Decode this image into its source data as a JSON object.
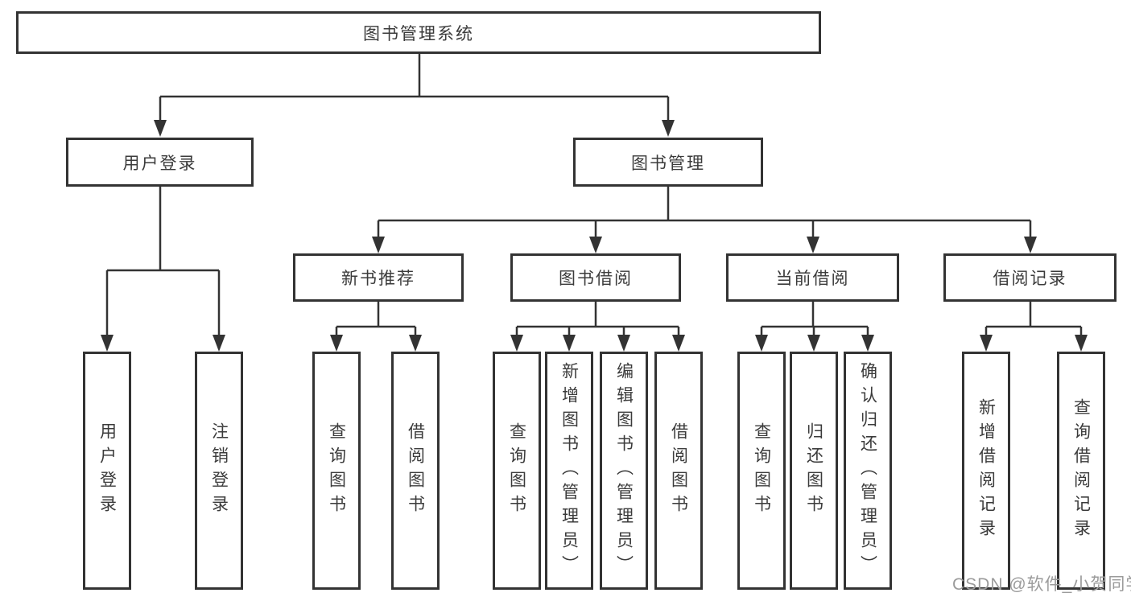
{
  "diagram": {
    "root": {
      "label": "图书管理系统"
    },
    "level2": [
      {
        "label": "用户登录"
      },
      {
        "label": "图书管理"
      }
    ],
    "level3": [
      {
        "label": "新书推荐"
      },
      {
        "label": "图书借阅"
      },
      {
        "label": "当前借阅"
      },
      {
        "label": "借阅记录"
      }
    ],
    "leaves": {
      "user_login": [
        "用户登录",
        "注销登录"
      ],
      "new_book": [
        "查询图书",
        "借阅图书"
      ],
      "book_borrow": [
        "查询图书",
        "新增图书（管理员）",
        "编辑图书（管理员）",
        "借阅图书"
      ],
      "current_borrow": [
        "查询图书",
        "归还图书",
        "确认归还（管理员）"
      ],
      "borrow_records": [
        "新增借阅记录",
        "查询借阅记录"
      ]
    }
  },
  "watermark": "CSDN @软件_小贺同学",
  "colors": {
    "line": "#333333",
    "text": "#3b3b3b",
    "background": "#ffffff",
    "watermark": "#9b9b9b"
  }
}
